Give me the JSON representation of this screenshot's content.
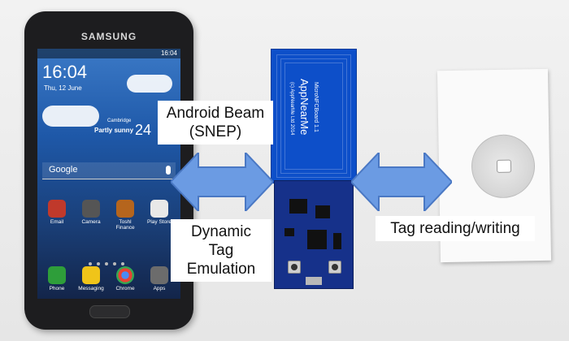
{
  "phone": {
    "brand": "SAMSUNG",
    "status_time": "16:04",
    "clock": "16:04",
    "date": "Thu, 12 June",
    "location": "Cambridge",
    "weather": "Partly sunny",
    "temperature": "24",
    "search_label": "Google",
    "apps": [
      "Email",
      "Camera",
      "Toshl Finance",
      "Play Store"
    ],
    "dock": [
      "Phone",
      "Messaging",
      "Chrome",
      "Apps"
    ]
  },
  "board": {
    "model": "MicroNFCBoard 1.1",
    "name": "AppNearMe",
    "copyright": "(c) AppNearMe Ltd 2014"
  },
  "labels": {
    "beam": "Android Beam (SNEP)",
    "emulation": "Dynamic Tag Emulation",
    "tag": "Tag reading/writing"
  },
  "colors": {
    "arrow": "#6b9be3",
    "board_blue": "#0d4fc9",
    "pcb_blue": "#16318a"
  }
}
